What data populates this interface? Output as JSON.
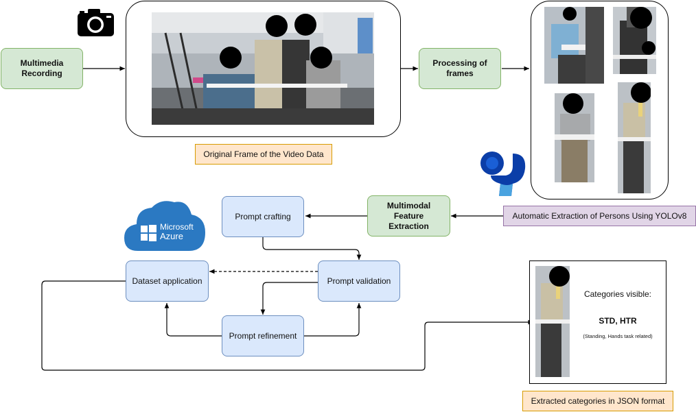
{
  "nodes": {
    "multimedia_recording": "Multimedia\nRecording",
    "processing_frames": "Processing of\nframes",
    "original_frame_caption": "Original Frame of the Video Data",
    "automatic_extraction": "Automatic Extraction of Persons Using YOLOv8",
    "multimodal_feature": "Multimodal Feature\nExtraction",
    "prompt_crafting": "Prompt crafting",
    "prompt_validation": "Prompt validation",
    "dataset_application": "Dataset application",
    "prompt_refinement": "Prompt refinement",
    "extracted_categories": "Extracted categories in JSON format"
  },
  "result_card": {
    "heading": "Categories visible:",
    "codes": "STD, HTR",
    "detail": "(Standing, Hands task related)"
  },
  "azure_logo": {
    "line1": "Microsoft",
    "line2": "Azure"
  },
  "icons": [
    "camera-icon",
    "yolo-logo-icon",
    "azure-cloud-icon"
  ],
  "colors": {
    "green_fill": "#d5e8d4",
    "green_border": "#82b366",
    "blue_fill": "#dae8fc",
    "blue_border": "#6c8ebf",
    "orange_fill": "#ffe6cc",
    "orange_border": "#d79b00",
    "purple_fill": "#e1d5e7",
    "purple_border": "#9673a6",
    "azure_blue": "#2b79c2",
    "yolo_blue": "#0b3ea8"
  }
}
